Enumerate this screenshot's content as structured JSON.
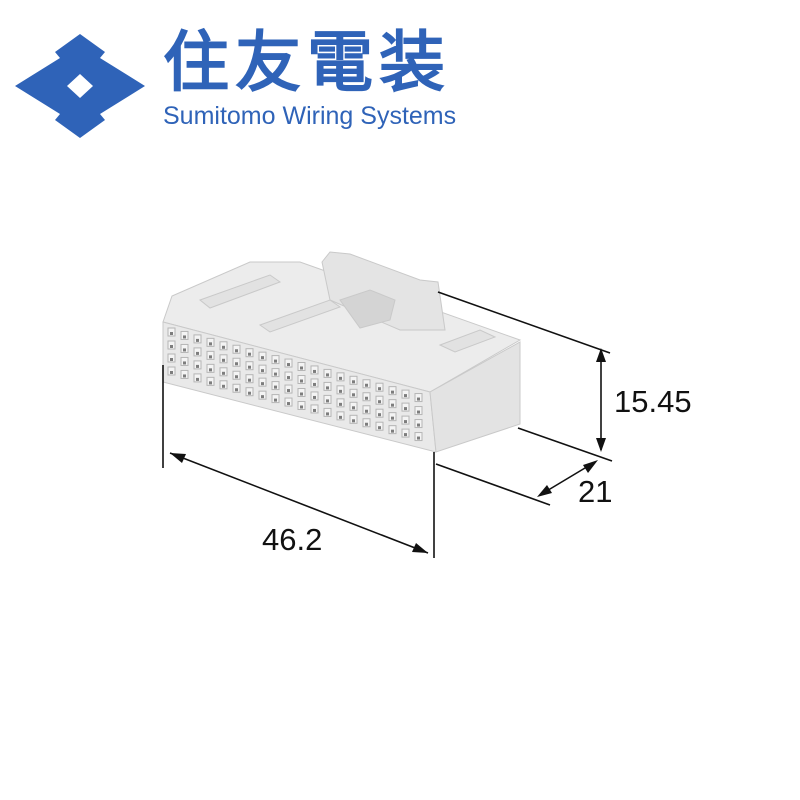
{
  "brand": {
    "name_jp": "住友電装",
    "name_en": "Sumitomo Wiring Systems",
    "color": "#2f63b8"
  },
  "drawing": {
    "subject": "connector",
    "dimensions": {
      "width": "46.2",
      "height": "15.45",
      "depth": "21"
    },
    "body_color": "#e6e6e6",
    "line_color": "#111111"
  }
}
